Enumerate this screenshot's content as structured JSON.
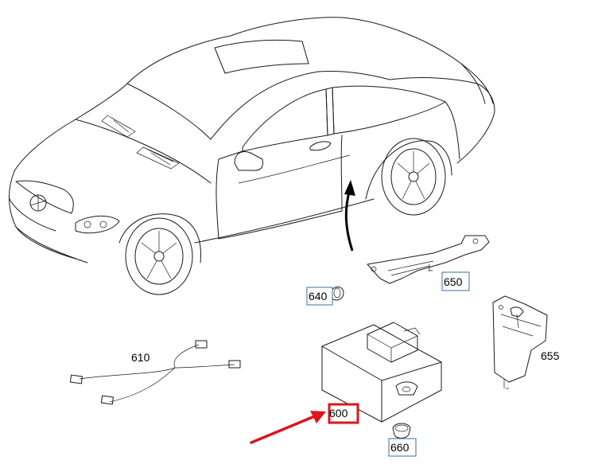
{
  "parts": {
    "p600": "600",
    "p610": "610",
    "p640": "640",
    "p650": "650",
    "p655": "655",
    "p660": "660"
  },
  "colors": {
    "highlight": "#d9161c",
    "label_box": "#3b6ea0",
    "line": "#1a1a1a"
  }
}
